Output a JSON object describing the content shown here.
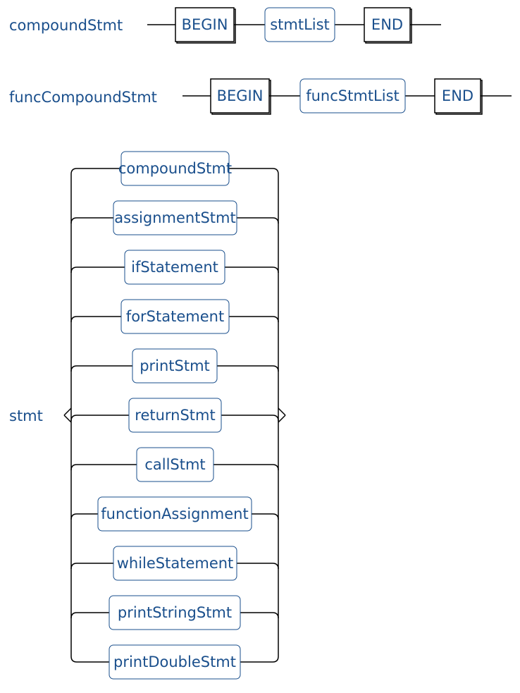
{
  "rules": [
    {
      "name": "compoundStmt",
      "sequence": [
        {
          "kind": "terminal",
          "label": "BEGIN"
        },
        {
          "kind": "nonterminal",
          "label": "stmtList"
        },
        {
          "kind": "terminal",
          "label": "END"
        }
      ]
    },
    {
      "name": "funcCompoundStmt",
      "sequence": [
        {
          "kind": "terminal",
          "label": "BEGIN"
        },
        {
          "kind": "nonterminal",
          "label": "funcStmtList"
        },
        {
          "kind": "terminal",
          "label": "END"
        }
      ]
    },
    {
      "name": "stmt",
      "alternatives": [
        "compoundStmt",
        "assignmentStmt",
        "ifStatement",
        "forStatement",
        "printStmt",
        "returnStmt",
        "callStmt",
        "functionAssignment",
        "whileStatement",
        "printStringStmt",
        "printDoubleStmt"
      ]
    }
  ],
  "colors": {
    "label": "#1a4f8c",
    "line": "#000000"
  }
}
